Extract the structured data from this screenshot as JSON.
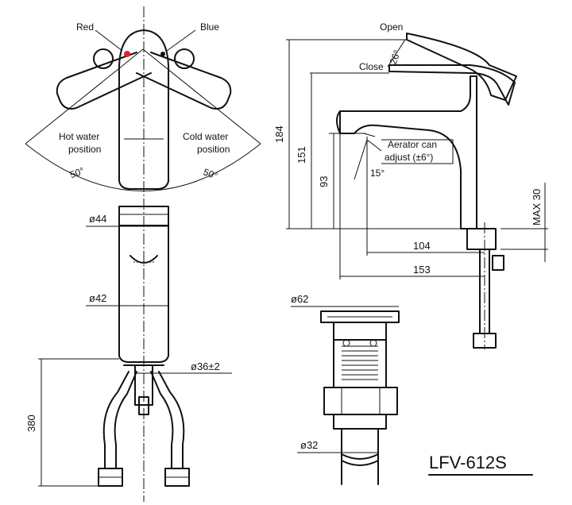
{
  "top_view": {
    "red_label": "Red",
    "blue_label": "Blue",
    "hot_label_line1": "Hot water",
    "hot_label_line2": "position",
    "cold_label_line1": "Cold water",
    "cold_label_line2": "position",
    "hot_angle": "50°",
    "cold_angle": "50°",
    "red_color": "#e4202a"
  },
  "front_view": {
    "dia_top": "ø44",
    "dia_body": "ø42",
    "dia_base": "ø36±2",
    "hose_length": "380"
  },
  "side_view": {
    "open_label": "Open",
    "close_label": "Close",
    "lever_angle": "26°",
    "aerator_line1": "Aerator can",
    "aerator_line2": "adjust (±6°)",
    "aerator_angle": "15°",
    "height_total": "184",
    "height_spout": "151",
    "height_outlet": "93",
    "max_deck": "MAX 30",
    "reach_outlet": "104",
    "reach_total": "153"
  },
  "drain_view": {
    "dia_top": "ø62",
    "dia_bottom": "ø32"
  },
  "model": "LFV-612S"
}
